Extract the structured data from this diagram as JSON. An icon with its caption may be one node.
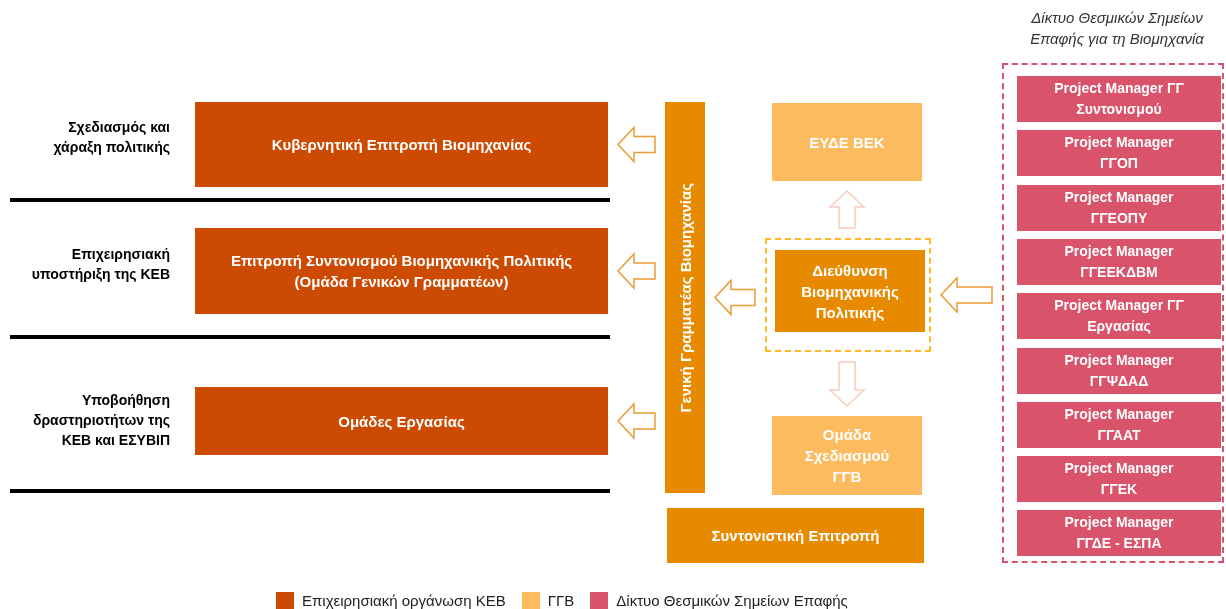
{
  "diagram": {
    "nodes": [
      {
        "text": [
          "Κυβερνητική Επιτροπή Βιομηχανίας"
        ]
      },
      {
        "text": [
          "Επιτροπή Συντονισμού Βιομηχανικής Πολιτικής (Ομάδα Γενικών Γραμματέων)"
        ]
      },
      {
        "text": [
          "Ομάδες Εργασίας"
        ]
      },
      {
        "text": [
          "Γενική Γραμματέας Βιομηχανίας"
        ]
      },
      {
        "text": [
          "ΕΥΔΕ ΒΕΚ"
        ]
      },
      {
        "text": [],
        "shape": "box"
      },
      {
        "text": [
          "Διεύθυνση Βιομηχανικής Πολιτικής"
        ],
        "in": 5
      },
      {
        "text": [
          "Ομάδα Σχεδιασμού ΓΓΒ"
        ]
      },
      {
        "text": [
          "Συντονιστική Επιτροπή"
        ]
      },
      {
        "text": [
          "Δίκτυο Θεσμικών Σημείων Επαφής για τη Βιομηχανία"
        ]
      },
      {
        "text": [
          "Project Manager ΓΓ Συντονισμού"
        ],
        "in": 9
      },
      {
        "text": [
          "Project Manager ΓΓΟΠ"
        ],
        "in": 9
      },
      {
        "text": [
          "Project Manager ΓΓΕΟΠΥ"
        ],
        "in": 9
      },
      {
        "text": [
          "Project Manager ΓΓΕΕΚΔΒΜ"
        ],
        "in": 9
      },
      {
        "text": [
          "Project Manager ΓΓ Εργασίας"
        ],
        "in": 9
      },
      {
        "text": [
          "Project Manager ΓΓΨΔΑΔ"
        ],
        "in": 9
      },
      {
        "text": [
          "Project Manager ΓΓΑΑΤ"
        ],
        "in": 9
      },
      {
        "text": [
          "Project Manager ΓΓΕΚ"
        ],
        "in": 9
      },
      {
        "text": [
          "Project Manager ΓΓΔΕ - ΕΣΠΑ"
        ],
        "in": 9
      }
    ],
    "edges": [
      {
        "from": 3,
        "to": 0,
        "arrow": "to"
      },
      {
        "from": 3,
        "to": 1,
        "arrow": "to"
      },
      {
        "from": 3,
        "to": 2,
        "arrow": "to"
      },
      {
        "from": 5,
        "to": 3,
        "arrow": "to"
      },
      {
        "from": 5,
        "to": 4,
        "arrow": "to",
        "color": "#f6cdbd"
      },
      {
        "from": 5,
        "to": 7,
        "arrow": "to",
        "color": "#f6cdbd"
      },
      {
        "from": 9,
        "to": 5,
        "arrow": "to"
      }
    ],
    "labels": [
      "Σχεδιασμός και χάραξη πολιτικής",
      "Επιχειρησιακή υποστήριξη της ΚΕΒ",
      "Υποβοήθηση δραστηριοτήτων της ΚΕΒ και ΕΣΥΒΙΠ"
    ],
    "legend": [
      {
        "text": "Επιχειρησιακή οργάνωση ΚΕΒ",
        "color": "#cc4a02"
      },
      {
        "text": "ΓΓΒ",
        "color": "#fdbb5f"
      },
      {
        "text": "Δίκτυο Θεσμικών Σημείων Επαφής",
        "color": "#d9536b"
      }
    ]
  }
}
